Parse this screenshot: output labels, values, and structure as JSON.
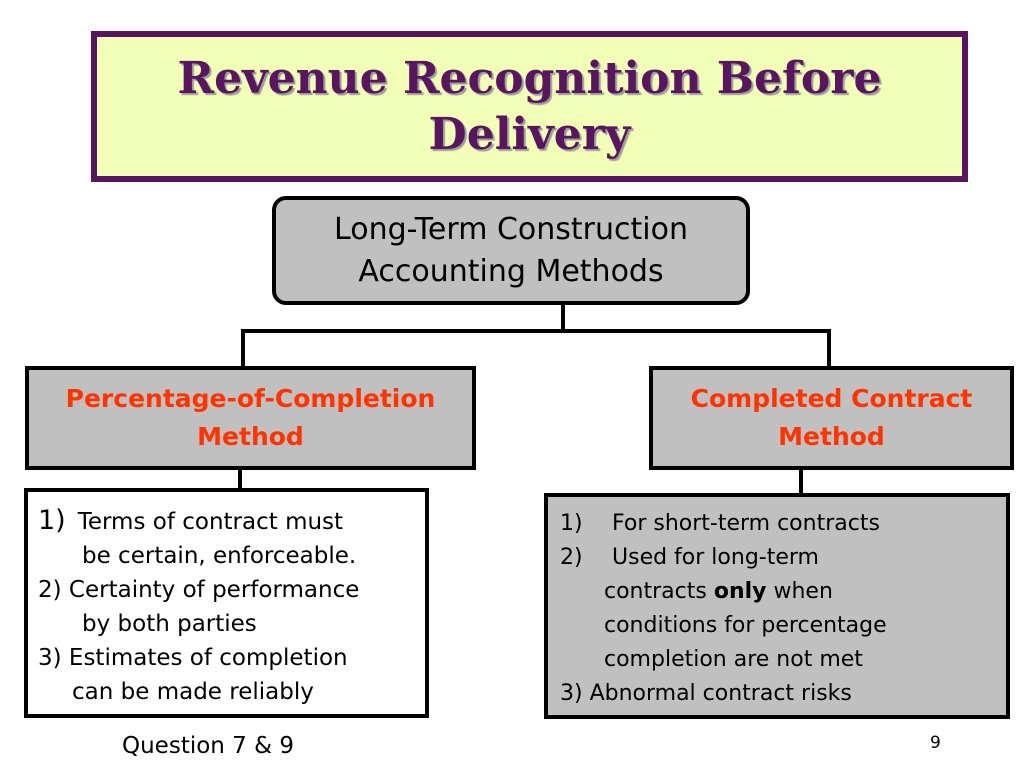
{
  "title": {
    "line1": "Revenue Recognition Before",
    "line2": "Delivery"
  },
  "root": {
    "line1": "Long-Term Construction",
    "line2": "Accounting Methods"
  },
  "left_method": {
    "line1": "Percentage-of-Completion",
    "line2": "Method",
    "items": {
      "i1_num": "1)",
      "i1_a": "Terms of contract must",
      "i1_b": "be certain, enforceable.",
      "i2_a": "2) Certainty of performance",
      "i2_b": "by both parties",
      "i3_a": "3) Estimates of completion",
      "i3_b": "can be made reliably"
    }
  },
  "right_method": {
    "line1": "Completed Contract",
    "line2": "Method",
    "items": {
      "i1_num": "1)",
      "i1_text": "For short-term contracts",
      "i2_num": "2)",
      "i2_text": "Used for long-term",
      "i2_b_pre": "contracts ",
      "i2_b_bold": "only",
      "i2_b_post": " when",
      "i2_c": "conditions for percentage",
      "i2_d": "completion are not met",
      "i3": "3) Abnormal contract risks"
    }
  },
  "footer": {
    "note": "Question 7 & 9",
    "page": "9"
  },
  "colors": {
    "title_bg": "#f2ffb6",
    "title_border": "#5a1560",
    "method_text": "#ff3300",
    "box_gray": "#c0c0c0"
  }
}
